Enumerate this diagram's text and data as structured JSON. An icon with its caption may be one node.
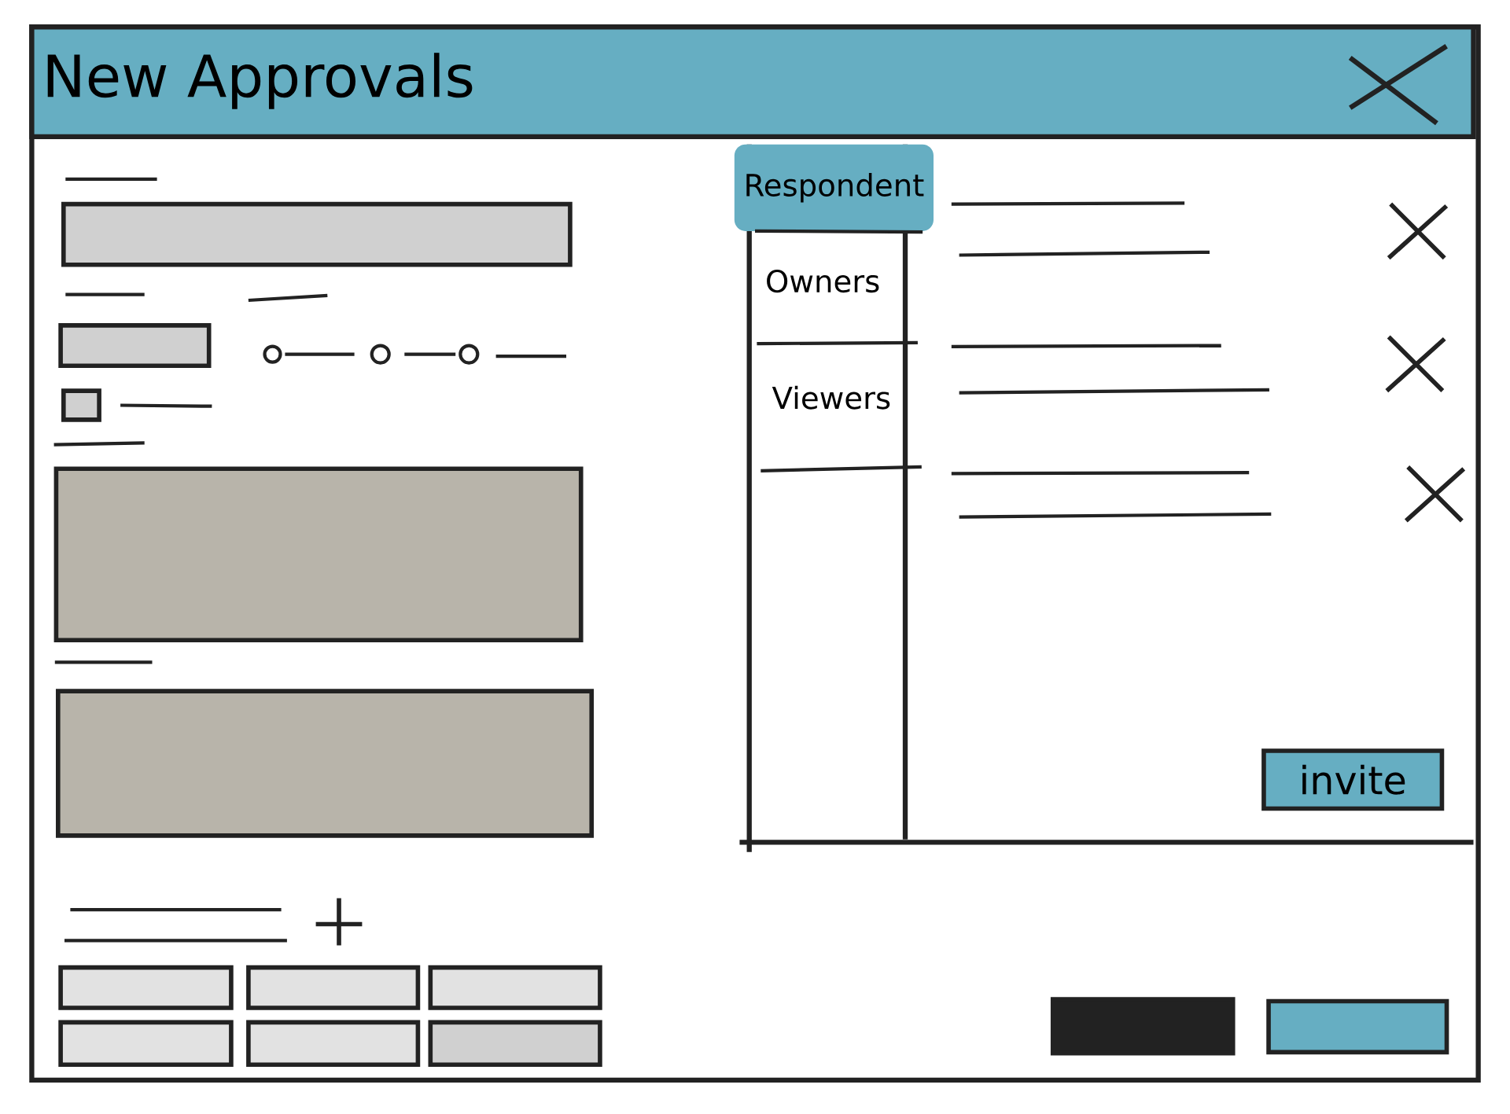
{
  "diagram": {
    "title": "New Approvals",
    "nodes": [
      {
        "text": [
          "Respondent"
        ]
      },
      {
        "text": [
          "Owners"
        ]
      },
      {
        "text": [
          "Viewers"
        ]
      },
      {
        "text": [
          "invite"
        ]
      },
      {
        "text": [],
        "shape": "box"
      },
      {
        "text": [],
        "shape": "box"
      },
      {
        "text": [],
        "shape": "box"
      },
      {
        "text": [],
        "shape": "box"
      }
    ]
  }
}
